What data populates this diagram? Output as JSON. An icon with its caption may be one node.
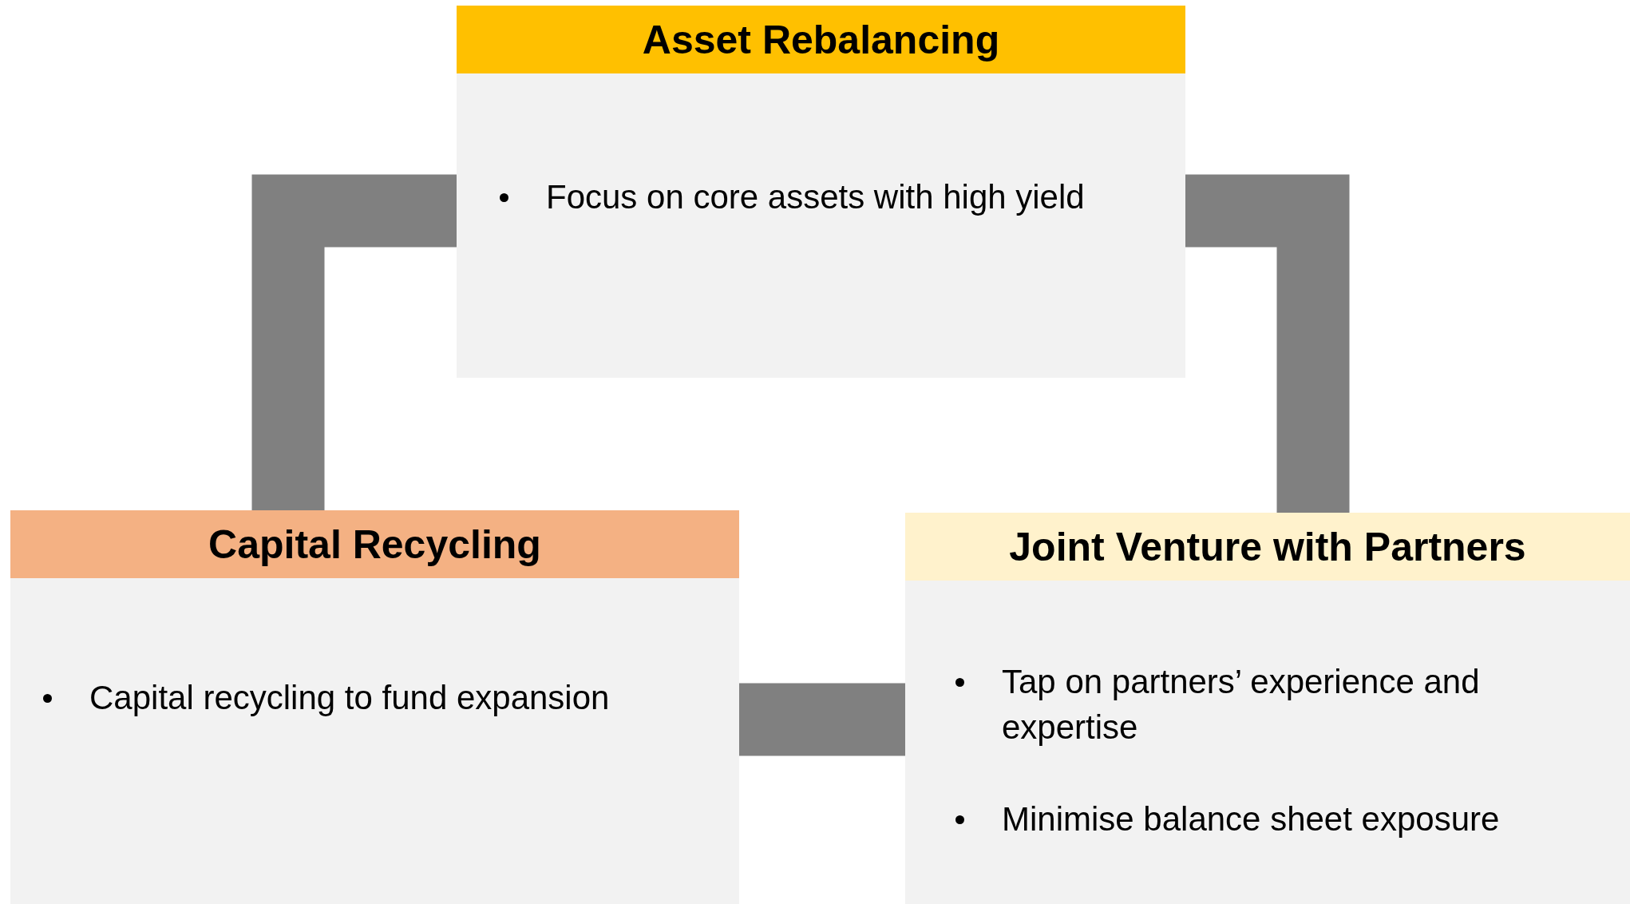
{
  "diagram": {
    "nodes": [
      {
        "text": [
          "Asset Rebalancing",
          "Focus on core assets with high yield"
        ]
      },
      {
        "text": [
          "Capital Recycling",
          "Capital recycling to fund expansion"
        ]
      },
      {
        "text": [
          "Joint Venture with Partners",
          "Tap on partners’ experience and expertise",
          "Minimise balance sheet exposure"
        ]
      }
    ],
    "edges": [
      {
        "from": 0,
        "to": 1,
        "arrow": "none"
      },
      {
        "from": 0,
        "to": 2,
        "arrow": "none"
      },
      {
        "from": 1,
        "to": 2,
        "arrow": "none"
      }
    ]
  }
}
